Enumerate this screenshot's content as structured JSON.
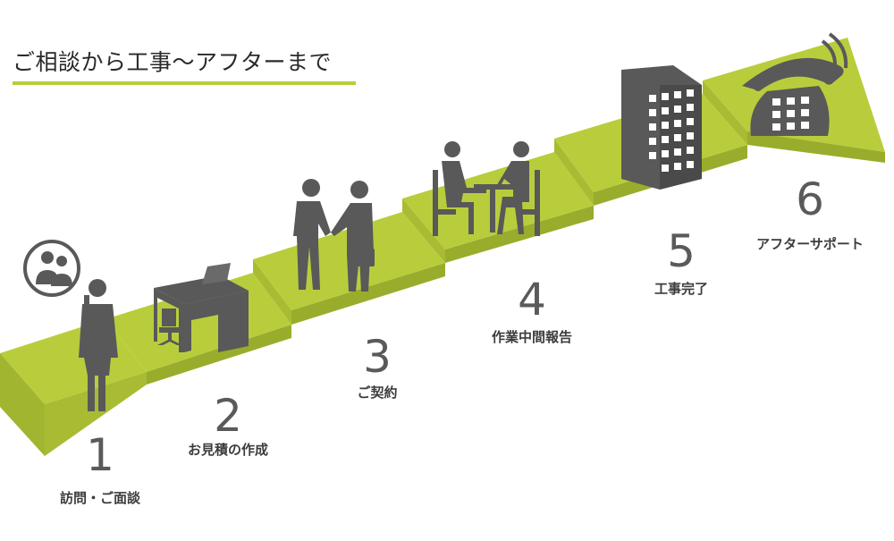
{
  "title": "ご相談から工事〜アフターまで",
  "colors": {
    "accent": "#b9cd3c",
    "stair_top": "#b9cd3c",
    "stair_side": "#9fb12d",
    "icon": "#595959"
  },
  "steps": [
    {
      "number": "1",
      "label": "訪問・ご面談",
      "icon": "person-on-phone-icon"
    },
    {
      "number": "2",
      "label": "お見積の作成",
      "icon": "office-desk-icon"
    },
    {
      "number": "3",
      "label": "ご契約",
      "icon": "handshake-icon"
    },
    {
      "number": "4",
      "label": "作業中間報告",
      "icon": "meeting-table-icon"
    },
    {
      "number": "5",
      "label": "工事完了",
      "icon": "building-icon"
    },
    {
      "number": "6",
      "label": "アフターサポート",
      "icon": "telephone-icon"
    }
  ]
}
